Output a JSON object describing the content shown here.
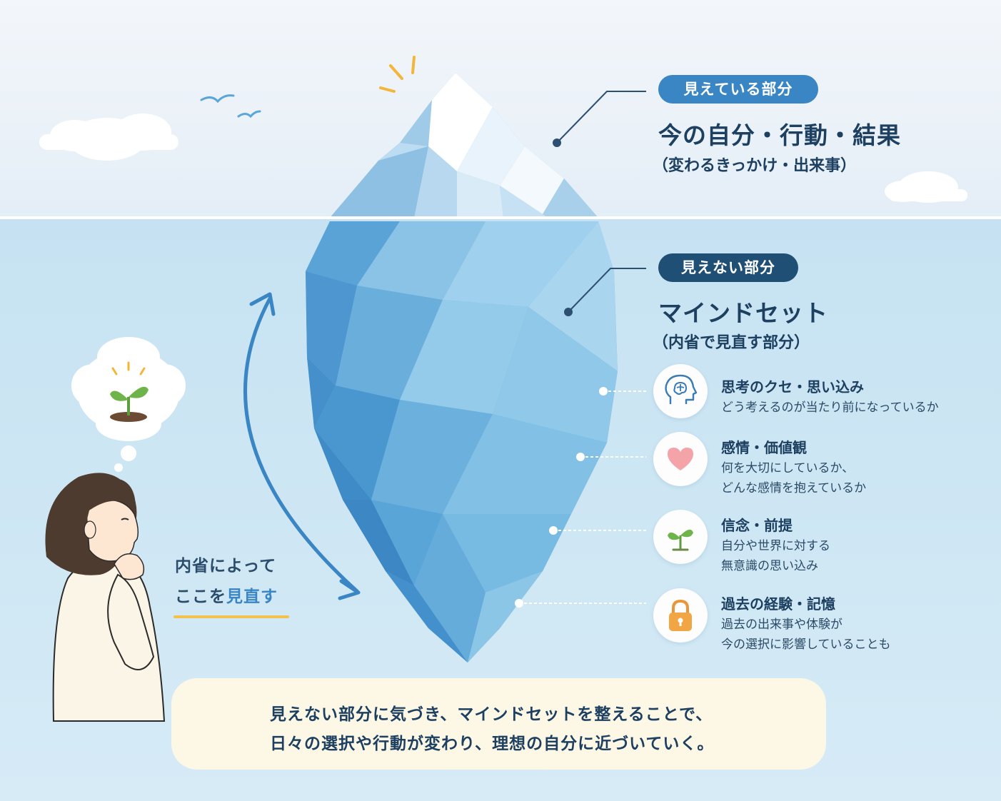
{
  "visible_part": {
    "badge": "見えている部分",
    "title": "今の自分・行動・結果",
    "subtitle": "（変わるきっかけ・出来事）"
  },
  "hidden_part": {
    "badge": "見えない部分",
    "title": "マインドセット",
    "subtitle": "（内省で見直す部分）"
  },
  "items": [
    {
      "icon": "head-brain-icon",
      "title": "思考のクセ・思い込み",
      "desc": [
        "どう考えるのが当たり前になっているか"
      ]
    },
    {
      "icon": "heart-icon",
      "title": "感情・価値観",
      "desc": [
        "何を大切にしているか、",
        "どんな感情を抱えているか"
      ]
    },
    {
      "icon": "sprout-icon",
      "title": "信念・前提",
      "desc": [
        "自分や世界に対する",
        "無意識の思い込み"
      ]
    },
    {
      "icon": "lock-icon",
      "title": "過去の経験・記憶",
      "desc": [
        "過去の出来事や体験が",
        "今の選択に影響していることも"
      ]
    }
  ],
  "reflection": {
    "line1": "内省によって",
    "line2_pre": "ここを",
    "line2_highlight": "見直す"
  },
  "footer": {
    "line1": "見えない部分に気づき、マインドセットを整えることで、",
    "line2": "日々の選択や行動が変わり、理想の自分に近づいていく。"
  },
  "colors": {
    "sky": "#eef4fa",
    "water": "#cfe7f4",
    "accent": "#3a86c4",
    "dark_badge": "#1f4f75",
    "text": "#1d3f60",
    "highlight_underline": "#f2c14e",
    "footer_bg": "#fdf7e6"
  }
}
